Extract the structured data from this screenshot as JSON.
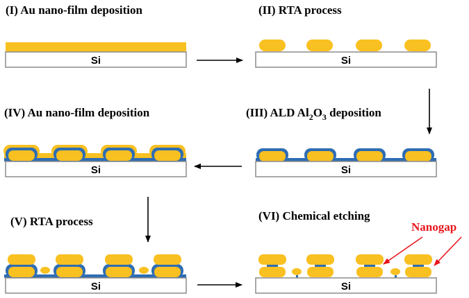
{
  "colors": {
    "gold": "#F9C021",
    "alumina": "#2E6DB4",
    "substrate_fill": "#FFFFFF",
    "substrate_stroke": "#8C8C8C",
    "arrow": "#000000",
    "annotation": "#E8141B"
  },
  "steps": {
    "s1": {
      "title": "(I) Au nano-film deposition",
      "substrate": "Si"
    },
    "s2": {
      "title": "(II) RTA process",
      "substrate": "Si"
    },
    "s3": {
      "title_prefix": "(III) ALD Al",
      "title_sub1": "2",
      "title_mid": "O",
      "title_sub2": "3",
      "title_suffix": " deposition",
      "substrate": "Si"
    },
    "s4": {
      "title": "(IV) Au nano-film deposition",
      "substrate": "Si"
    },
    "s5": {
      "title": "(V) RTA process",
      "substrate": "Si"
    },
    "s6": {
      "title": "(VI) Chemical etching",
      "substrate": "Si"
    }
  },
  "annotation": {
    "label": "Nanogap"
  }
}
